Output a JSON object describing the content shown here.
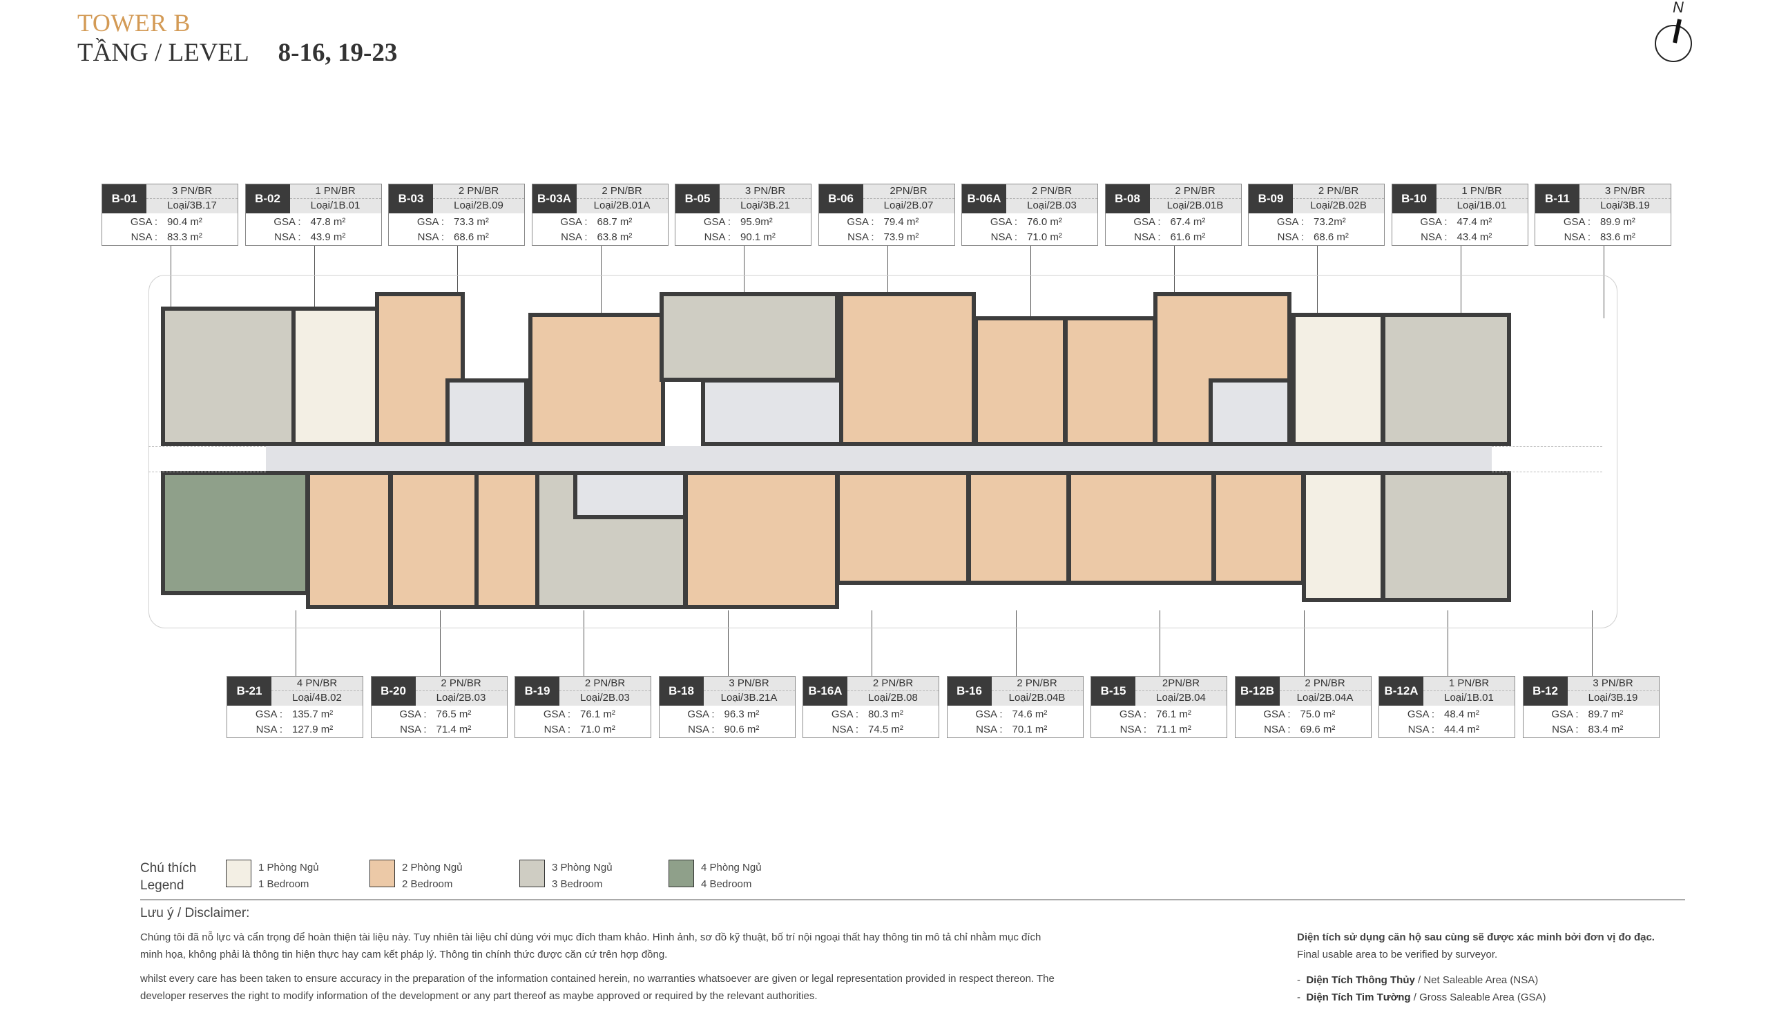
{
  "header": {
    "tower": "TOWER B",
    "level_label": "TẦNG / LEVEL",
    "levels": "8-16, 19-23",
    "north_label": "N"
  },
  "units_top": [
    {
      "id": "B-01",
      "bedrooms": "3 PN/BR",
      "type": "Loại/3B.17",
      "gsa": "90.4 m²",
      "nsa": "83.3 m²",
      "category": "3BR"
    },
    {
      "id": "B-02",
      "bedrooms": "1 PN/BR",
      "type": "Loại/1B.01",
      "gsa": "47.8 m²",
      "nsa": "43.9 m²",
      "category": "1BR"
    },
    {
      "id": "B-03",
      "bedrooms": "2 PN/BR",
      "type": "Loại/2B.09",
      "gsa": "73.3 m²",
      "nsa": "68.6 m²",
      "category": "2BR"
    },
    {
      "id": "B-03A",
      "bedrooms": "2 PN/BR",
      "type": "Loại/2B.01A",
      "gsa": "68.7 m²",
      "nsa": "63.8 m²",
      "category": "2BR"
    },
    {
      "id": "B-05",
      "bedrooms": "3 PN/BR",
      "type": "Loại/3B.21",
      "gsa": "95.9m²",
      "nsa": "90.1 m²",
      "category": "3BR"
    },
    {
      "id": "B-06",
      "bedrooms": "2PN/BR",
      "type": "Loại/2B.07",
      "gsa": "79.4 m²",
      "nsa": "73.9 m²",
      "category": "2BR"
    },
    {
      "id": "B-06A",
      "bedrooms": "2 PN/BR",
      "type": "Loại/2B.03",
      "gsa": "76.0 m²",
      "nsa": "71.0 m²",
      "category": "2BR"
    },
    {
      "id": "B-08",
      "bedrooms": "2 PN/BR",
      "type": "Loại/2B.01B",
      "gsa": "67.4 m²",
      "nsa": "61.6 m²",
      "category": "2BR"
    },
    {
      "id": "B-09",
      "bedrooms": "2 PN/BR",
      "type": "Loại/2B.02B",
      "gsa": "73.2m²",
      "nsa": "68.6 m²",
      "category": "2BR"
    },
    {
      "id": "B-10",
      "bedrooms": "1 PN/BR",
      "type": "Loại/1B.01",
      "gsa": "47.4 m²",
      "nsa": "43.4 m²",
      "category": "1BR"
    },
    {
      "id": "B-11",
      "bedrooms": "3 PN/BR",
      "type": "Loại/3B.19",
      "gsa": "89.9 m²",
      "nsa": "83.6 m²",
      "category": "3BR"
    }
  ],
  "units_bottom": [
    {
      "id": "B-21",
      "bedrooms": "4 PN/BR",
      "type": "Loại/4B.02",
      "gsa": "135.7 m²",
      "nsa": "127.9 m²",
      "category": "4BR"
    },
    {
      "id": "B-20",
      "bedrooms": "2 PN/BR",
      "type": "Loại/2B.03",
      "gsa": "76.5 m²",
      "nsa": "71.4 m²",
      "category": "2BR"
    },
    {
      "id": "B-19",
      "bedrooms": "2 PN/BR",
      "type": "Loại/2B.03",
      "gsa": "76.1 m²",
      "nsa": "71.0 m²",
      "category": "2BR"
    },
    {
      "id": "B-18",
      "bedrooms": "3 PN/BR",
      "type": "Loại/3B.21A",
      "gsa": "96.3 m²",
      "nsa": "90.6 m²",
      "category": "3BR"
    },
    {
      "id": "B-16A",
      "bedrooms": "2 PN/BR",
      "type": "Loại/2B.08",
      "gsa": "80.3 m²",
      "nsa": "74.5 m²",
      "category": "2BR"
    },
    {
      "id": "B-16",
      "bedrooms": "2 PN/BR",
      "type": "Loại/2B.04B",
      "gsa": "74.6 m²",
      "nsa": "70.1 m²",
      "category": "2BR"
    },
    {
      "id": "B-15",
      "bedrooms": "2PN/BR",
      "type": "Loại/2B.04",
      "gsa": "76.1 m²",
      "nsa": "71.1 m²",
      "category": "2BR"
    },
    {
      "id": "B-12B",
      "bedrooms": "2 PN/BR",
      "type": "Loại/2B.04A",
      "gsa": "75.0 m²",
      "nsa": "69.6 m²",
      "category": "2BR"
    },
    {
      "id": "B-12A",
      "bedrooms": "1 PN/BR",
      "type": "Loại/1B.01",
      "gsa": "48.4 m²",
      "nsa": "44.4 m²",
      "category": "1BR"
    },
    {
      "id": "B-12",
      "bedrooms": "3 PN/BR",
      "type": "Loại/3B.19",
      "gsa": "89.7 m²",
      "nsa": "83.4 m²",
      "category": "3BR"
    }
  ],
  "area_labels": {
    "gsa": "GSA :",
    "nsa": "NSA :"
  },
  "legend": {
    "title_vi": "Chú thích",
    "title_en": "Legend",
    "items": [
      {
        "vi": "1 Phòng Ngủ",
        "en": "1 Bedroom",
        "color": "#f3efe4"
      },
      {
        "vi": "2 Phòng Ngủ",
        "en": "2 Bedroom",
        "color": "#ecc9a7"
      },
      {
        "vi": "3 Phòng Ngủ",
        "en": "3 Bedroom",
        "color": "#cfcdc3"
      },
      {
        "vi": "4 Phòng Ngủ",
        "en": "4 Bedroom",
        "color": "#8fa08a"
      }
    ]
  },
  "disclaimer": {
    "title_vi": "Lưu ý",
    "title_sep": " / ",
    "title_en": "Disclaimer:",
    "vi_line1": "Chúng tôi đã nỗ lực và cẩn trọng để hoàn thiện tài liệu này. Tuy nhiên tài liệu chỉ dùng với mục đích tham khảo. Hình ảnh, sơ đồ kỹ thuật, bố trí nội ngoại thất hay thông tin mô tả chỉ nhằm mục đích",
    "vi_line2": "minh họa, không phải là thông tin hiện thực hay cam kết pháp lý. Thông tin chính thức được căn cứ trên hợp đồng.",
    "en_line1": "whilst every care has been taken to ensure accuracy in the preparation of the information contained herein, no warranties whatsoever are given or legal representation provided in respect thereon. The",
    "en_line2": "developer reserves the right to modify information of the development or any part thereof as maybe approved or required by the relevant authorities."
  },
  "notes": {
    "line_vi": "Diện tích sử dụng căn hộ sau cùng sẽ được xác minh bởi đơn vị đo đạc.",
    "line_en": "Final usable area to be verified by surveyor.",
    "nsa_vi": "Diện Tích Thông Thủy",
    "nsa_en": " / Net Saleable Area (NSA)",
    "gsa_vi": "Diện Tích Tim Tường",
    "gsa_en": " / Gross Saleable Area (GSA)",
    "bullet": "-"
  },
  "colors": {
    "accent_title": "#d39a55",
    "bedroom_1": "#f3efe4",
    "bedroom_2": "#ecc9a7",
    "bedroom_3": "#cfcdc3",
    "bedroom_4": "#8fa08a",
    "corridor": "#e1e2e6",
    "wall": "#3d3d3d"
  }
}
